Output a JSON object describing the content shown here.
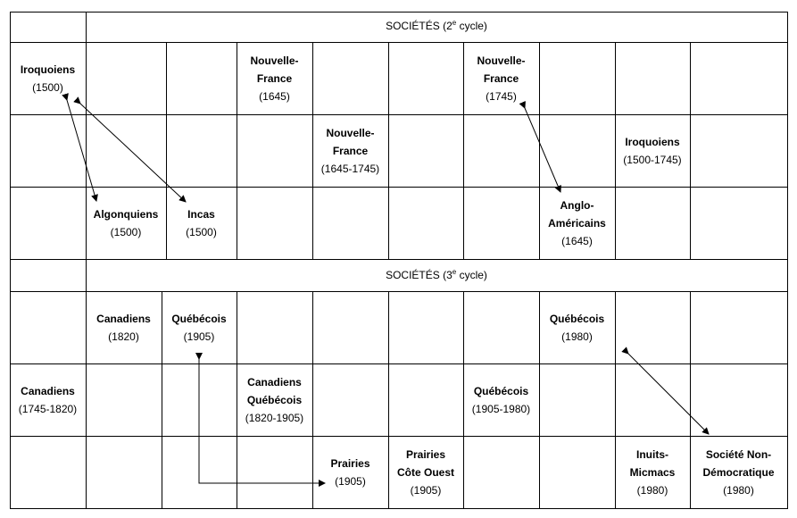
{
  "tables": [
    {
      "title": "SOCIÉTÉS (2",
      "title_sup": "e",
      "title_tail": " cycle)",
      "cells": [
        {
          "id": "t1-iroquoiens-1500",
          "row": 0,
          "col": 0,
          "name": "Iroquoiens",
          "year": "(1500)"
        },
        {
          "id": "t1-nf-1645",
          "row": 0,
          "col": 3,
          "name": "Nouvelle-\nFrance",
          "year": "(1645)"
        },
        {
          "id": "t1-nf-1745",
          "row": 0,
          "col": 6,
          "name": "Nouvelle-\nFrance",
          "year": "(1745)"
        },
        {
          "id": "t1-nf-1645-1745",
          "row": 1,
          "col": 4,
          "name": "Nouvelle-\nFrance",
          "year": "(1645-1745)"
        },
        {
          "id": "t1-iroquoiens-1500-1745",
          "row": 1,
          "col": 8,
          "name": "Iroquoiens",
          "year": "(1500-1745)"
        },
        {
          "id": "t1-algonquiens",
          "row": 2,
          "col": 1,
          "name": "Algonquiens",
          "year": "(1500)"
        },
        {
          "id": "t1-incas",
          "row": 2,
          "col": 2,
          "name": "Incas",
          "year": "(1500)"
        },
        {
          "id": "t1-anglo",
          "row": 2,
          "col": 7,
          "name": "Anglo-\nAméricains",
          "year": "(1645)"
        }
      ]
    },
    {
      "title": "SOCIÉTÉS (3",
      "title_sup": "e",
      "title_tail": " cycle)",
      "cells": [
        {
          "id": "t2-canadiens-1820",
          "row": 0,
          "col": 1,
          "name": "Canadiens",
          "year": "(1820)"
        },
        {
          "id": "t2-quebecois-1905",
          "row": 0,
          "col": 2,
          "name": "Québécois",
          "year": "(1905)"
        },
        {
          "id": "t2-quebecois-1980",
          "row": 0,
          "col": 7,
          "name": "Québécois",
          "year": "(1980)"
        },
        {
          "id": "t2-canadiens-1745-1820",
          "row": 1,
          "col": 0,
          "name": "Canadiens",
          "year": "(1745-1820)"
        },
        {
          "id": "t2-can-queb",
          "row": 1,
          "col": 3,
          "name": "Canadiens\nQuébécois",
          "year": "(1820-1905)"
        },
        {
          "id": "t2-quebecois-1905-1980",
          "row": 1,
          "col": 6,
          "name": "Québécois",
          "year": "(1905-1980)"
        },
        {
          "id": "t2-prairies",
          "row": 2,
          "col": 4,
          "name": "Prairies",
          "year": "(1905)"
        },
        {
          "id": "t2-prairies-cote",
          "row": 2,
          "col": 5,
          "name": "Prairies\nCôte Ouest",
          "year": "(1905)"
        },
        {
          "id": "t2-inuits",
          "row": 2,
          "col": 8,
          "name": "Inuits-\nMicmacs",
          "year": "(1980)"
        },
        {
          "id": "t2-non-dem",
          "row": 2,
          "col": 9,
          "name": "Société Non-\nDémocratique",
          "year": "(1980)"
        }
      ]
    }
  ],
  "arrows": [
    {
      "from": "Iroquoiens (1500)",
      "to": "Algonquiens (1500)"
    },
    {
      "from": "Iroquoiens (1500)",
      "to": "Incas (1500)"
    },
    {
      "from": "Nouvelle-France (1745)",
      "to": "Anglo-Américains (1645)"
    },
    {
      "from": "Québécois (1905)",
      "to": "Prairies (1905)"
    },
    {
      "from": "Québécois (1980)",
      "to": "Société Non-Démocratique (1980)"
    }
  ]
}
